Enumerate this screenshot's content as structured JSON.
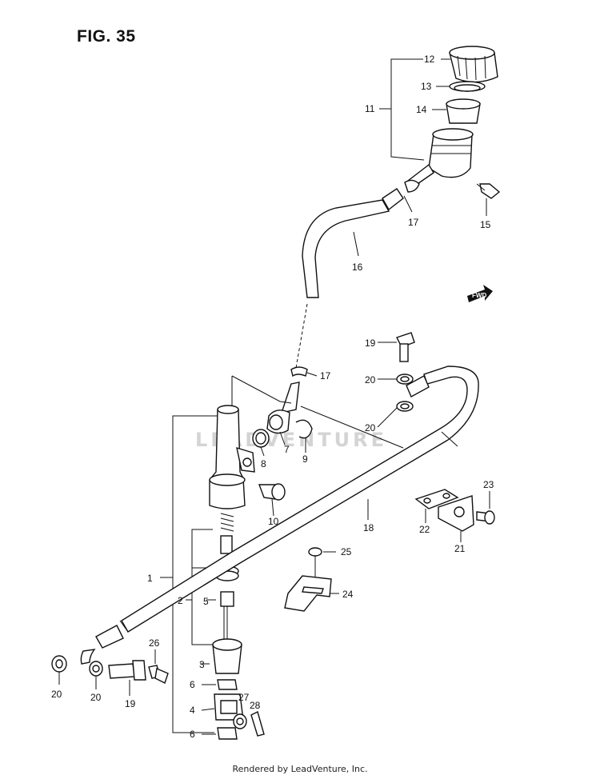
{
  "figure": {
    "title": "FIG. 35"
  },
  "watermark": "LEADVENTURE",
  "footer": "Rendered by LeadVenture, Inc.",
  "fwd_label": "FWD",
  "parts": [
    {
      "id": "p1",
      "label": "1"
    },
    {
      "id": "p2",
      "label": "2"
    },
    {
      "id": "p3",
      "label": "3"
    },
    {
      "id": "p4",
      "label": "4"
    },
    {
      "id": "p5",
      "label": "5"
    },
    {
      "id": "p6a",
      "label": "6"
    },
    {
      "id": "p6b",
      "label": "6"
    },
    {
      "id": "p7",
      "label": "7"
    },
    {
      "id": "p8",
      "label": "8"
    },
    {
      "id": "p9",
      "label": "9"
    },
    {
      "id": "p10",
      "label": "10"
    },
    {
      "id": "p11",
      "label": "11"
    },
    {
      "id": "p12",
      "label": "12"
    },
    {
      "id": "p13",
      "label": "13"
    },
    {
      "id": "p14",
      "label": "14"
    },
    {
      "id": "p15",
      "label": "15"
    },
    {
      "id": "p16",
      "label": "16"
    },
    {
      "id": "p17a",
      "label": "17"
    },
    {
      "id": "p17b",
      "label": "17"
    },
    {
      "id": "p18",
      "label": "18"
    },
    {
      "id": "p19a",
      "label": "19"
    },
    {
      "id": "p19b",
      "label": "19"
    },
    {
      "id": "p20a",
      "label": "20"
    },
    {
      "id": "p20b",
      "label": "20"
    },
    {
      "id": "p20c",
      "label": "20"
    },
    {
      "id": "p20d",
      "label": "20"
    },
    {
      "id": "p21",
      "label": "21"
    },
    {
      "id": "p22",
      "label": "22"
    },
    {
      "id": "p23",
      "label": "23"
    },
    {
      "id": "p24",
      "label": "24"
    },
    {
      "id": "p25",
      "label": "25"
    },
    {
      "id": "p26",
      "label": "26"
    },
    {
      "id": "p27",
      "label": "27"
    },
    {
      "id": "p28",
      "label": "28"
    }
  ]
}
